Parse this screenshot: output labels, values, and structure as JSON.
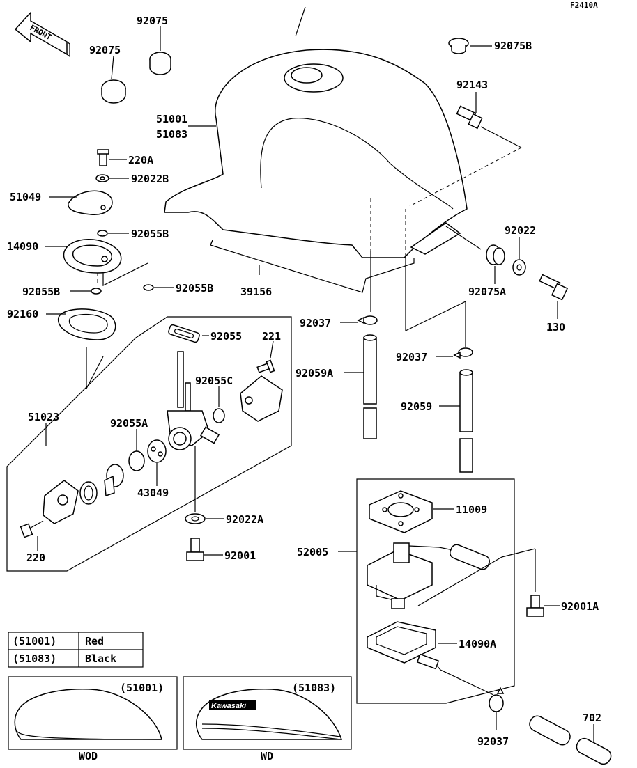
{
  "figure_id": "F2410A",
  "front_label": "FRONT",
  "callouts": {
    "c_92075_left_top": "92075",
    "c_92075_left": "92075",
    "c_92075B": "92075B",
    "c_92143": "92143",
    "c_51001": "51001",
    "c_51083": "51083",
    "c_220A": "220A",
    "c_92022B": "92022B",
    "c_51049": "51049",
    "c_92055B_a": "92055B",
    "c_14090": "14090",
    "c_92055B_b": "92055B",
    "c_92055B_c": "92055B",
    "c_39156": "39156",
    "c_92022": "92022",
    "c_92075A": "92075A",
    "c_130": "130",
    "c_92160": "92160",
    "c_92037_a": "92037",
    "c_92055": "92055",
    "c_221": "221",
    "c_92059A": "92059A",
    "c_92037_b": "92037",
    "c_92055C": "92055C",
    "c_51023": "51023",
    "c_92055A": "92055A",
    "c_92059": "92059",
    "c_43049": "43049",
    "c_11009": "11009",
    "c_92022A": "92022A",
    "c_52005": "52005",
    "c_92001": "92001",
    "c_220": "220",
    "c_92001A": "92001A",
    "c_14090A": "14090A",
    "c_92037_c": "92037",
    "c_702": "702"
  },
  "color_table": [
    {
      "part": "(51001)",
      "color": "Red"
    },
    {
      "part": "(51083)",
      "color": "Black"
    }
  ],
  "variants": [
    {
      "part": "(51001)",
      "caption": "WOD"
    },
    {
      "part": "(51083)",
      "caption": "WD",
      "logo_text": "Kawasaki"
    }
  ]
}
